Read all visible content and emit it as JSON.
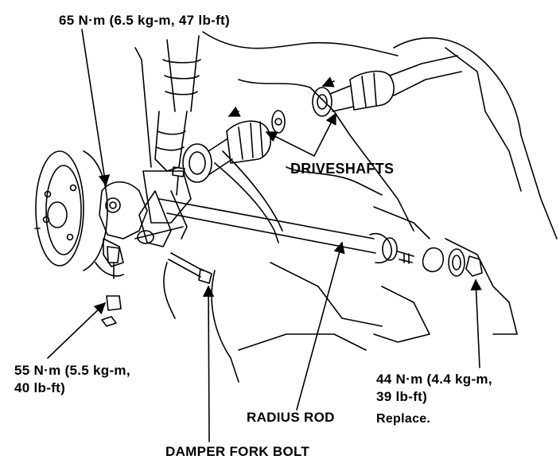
{
  "labels": {
    "torque_top": "65 N·m (6.5 kg-m, 47 lb-ft)",
    "driveshafts": "DRIVESHAFTS",
    "torque_left_line1": "55 N·m (5.5 kg-m,",
    "torque_left_line2": "40 lb-ft)",
    "torque_right_line1": "44 N·m (4.4 kg-m,",
    "torque_right_line2": "39 lb-ft)",
    "radius_rod": "RADIUS ROD",
    "replace_note": "Replace.",
    "damper_fork_bolt": "DAMPER FORK BOLT"
  },
  "colors": {
    "ink": "#000000",
    "paper": "#ffffff"
  }
}
